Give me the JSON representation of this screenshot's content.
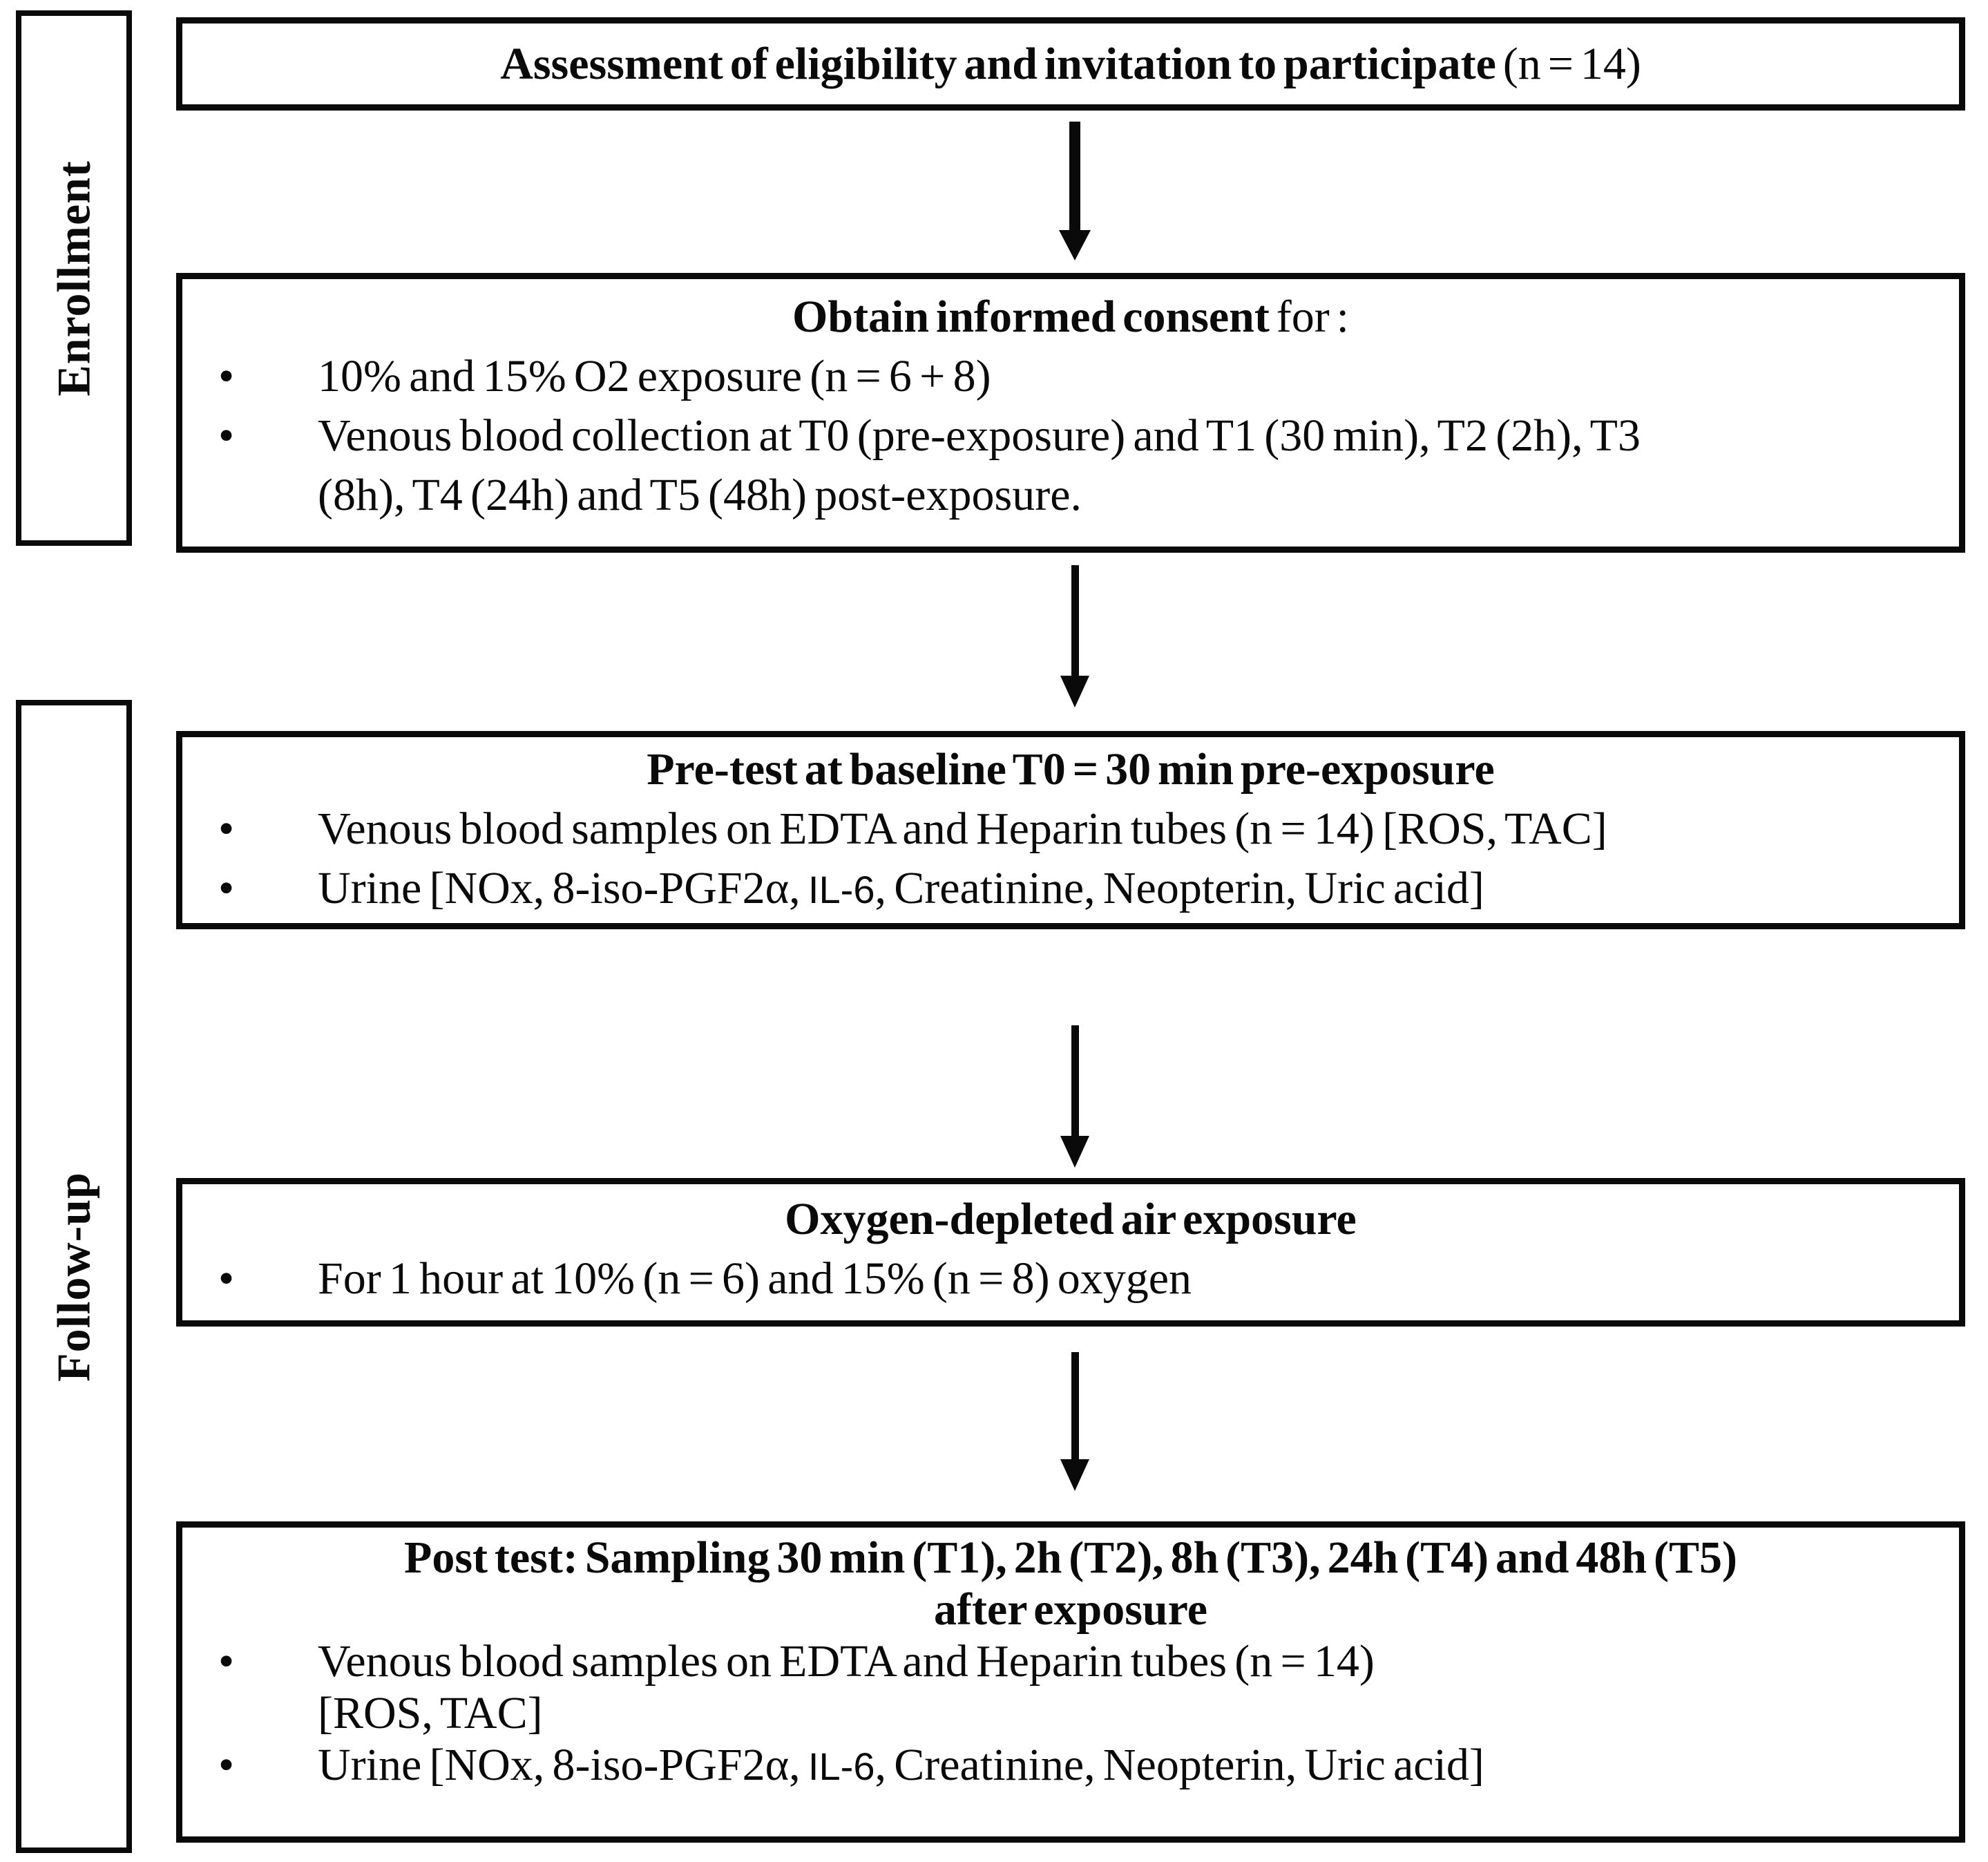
{
  "figure": {
    "type": "study-flow-diagram",
    "ink_color": "#0a0a0a",
    "background_color": "#ffffff"
  },
  "sidebar": {
    "enrollment_label": "Enrollment",
    "followup_label": "Follow-up"
  },
  "flow": {
    "boxes": [
      {
        "id": "eligibility",
        "title": [
          {
            "text": "Assessment of eligibility and invitation to participate",
            "bold": true
          },
          {
            "text": " (n = 14)",
            "bold": false
          }
        ],
        "bullets": []
      },
      {
        "id": "consent",
        "title": [
          {
            "text": "Obtain informed consent ",
            "bold": true
          },
          {
            "text": "for :",
            "bold": false
          }
        ],
        "bullets": [
          [
            {
              "text": "10% and 15% O2 exposure (n = 6 + 8)"
            }
          ],
          [
            {
              "text": "Venous blood collection at T0 (pre-exposure) and T1 (30 min), T2 (2h), T3\n(8h), T4 (24h) and T5 (48h) post-exposure."
            }
          ]
        ]
      },
      {
        "id": "pretest",
        "title": [
          {
            "text": "Pre-test at baseline T0 = 30 min pre-exposure",
            "bold": true
          }
        ],
        "bullets": [
          [
            {
              "text": "Venous blood samples on EDTA and Heparin tubes (n = 14) [ROS, TAC]"
            }
          ],
          [
            {
              "text": "Urine [NOx, 8-iso-PGF2α, "
            },
            {
              "text": "IL-6",
              "sans": true
            },
            {
              "text": ", Creatinine, Neopterin, Uric acid]"
            }
          ]
        ]
      },
      {
        "id": "exposure",
        "title": [
          {
            "text": "Oxygen-depleted air exposure",
            "bold": true
          }
        ],
        "bullets": [
          [
            {
              "text": "For 1 hour at 10% (n = 6) and 15% (n = 8) oxygen"
            }
          ]
        ]
      },
      {
        "id": "posttest",
        "title": [
          {
            "text": "Post test: Sampling 30 min (T1), 2h (T2), 8h (T3), 24h (T4) and 48h (T5)\nafter exposure",
            "bold": true
          }
        ],
        "bullets": [
          [
            {
              "text": "Venous blood samples on EDTA and Heparin tubes (n = 14)\n[ROS, TAC]"
            }
          ],
          [
            {
              "text": "Urine [NOx, 8-iso-PGF2α, "
            },
            {
              "text": "IL-6",
              "sans": true
            },
            {
              "text": ", Creatinine, Neopterin, Uric acid]"
            }
          ]
        ]
      }
    ]
  }
}
